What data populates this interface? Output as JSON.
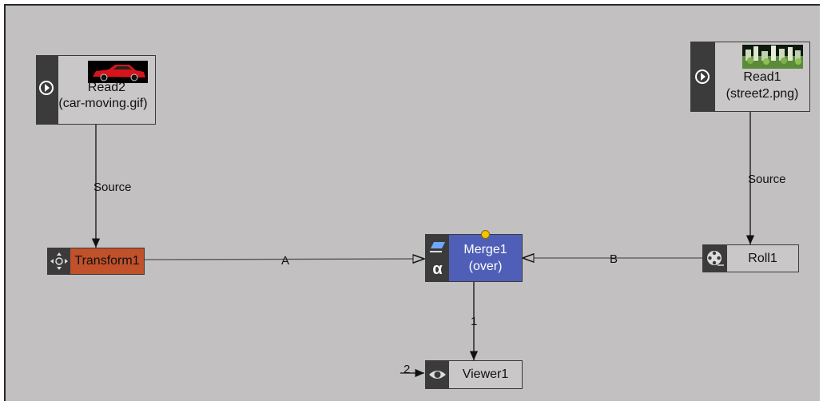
{
  "nodes": {
    "read2": {
      "title": "Read2",
      "subtitle": "(car-moving.gif)",
      "icon": "play-icon"
    },
    "read1": {
      "title": "Read1",
      "subtitle": "(street2.png)",
      "icon": "play-icon"
    },
    "transform1": {
      "title": "Transform1",
      "icon": "move-icon",
      "color": "#c0512a"
    },
    "merge1": {
      "title": "Merge1",
      "subtitle": "(over)",
      "icon": "layers-icon",
      "alpha_label": "α",
      "color": "#4f5fb8"
    },
    "roll1": {
      "title": "Roll1",
      "icon": "film-reel-icon"
    },
    "viewer1": {
      "title": "Viewer1",
      "icon": "eye-icon"
    }
  },
  "edges": {
    "read2_to_transform": "Source",
    "read1_to_roll": "Source",
    "transform_to_merge": "A",
    "roll_to_merge": "B",
    "merge_to_viewer": "1",
    "viewer_input": "2"
  },
  "colors": {
    "background": "#c2c0c0",
    "node_default": "#c9c7c7",
    "strip": "#3b3b3b",
    "indicator": "#f5c400"
  }
}
